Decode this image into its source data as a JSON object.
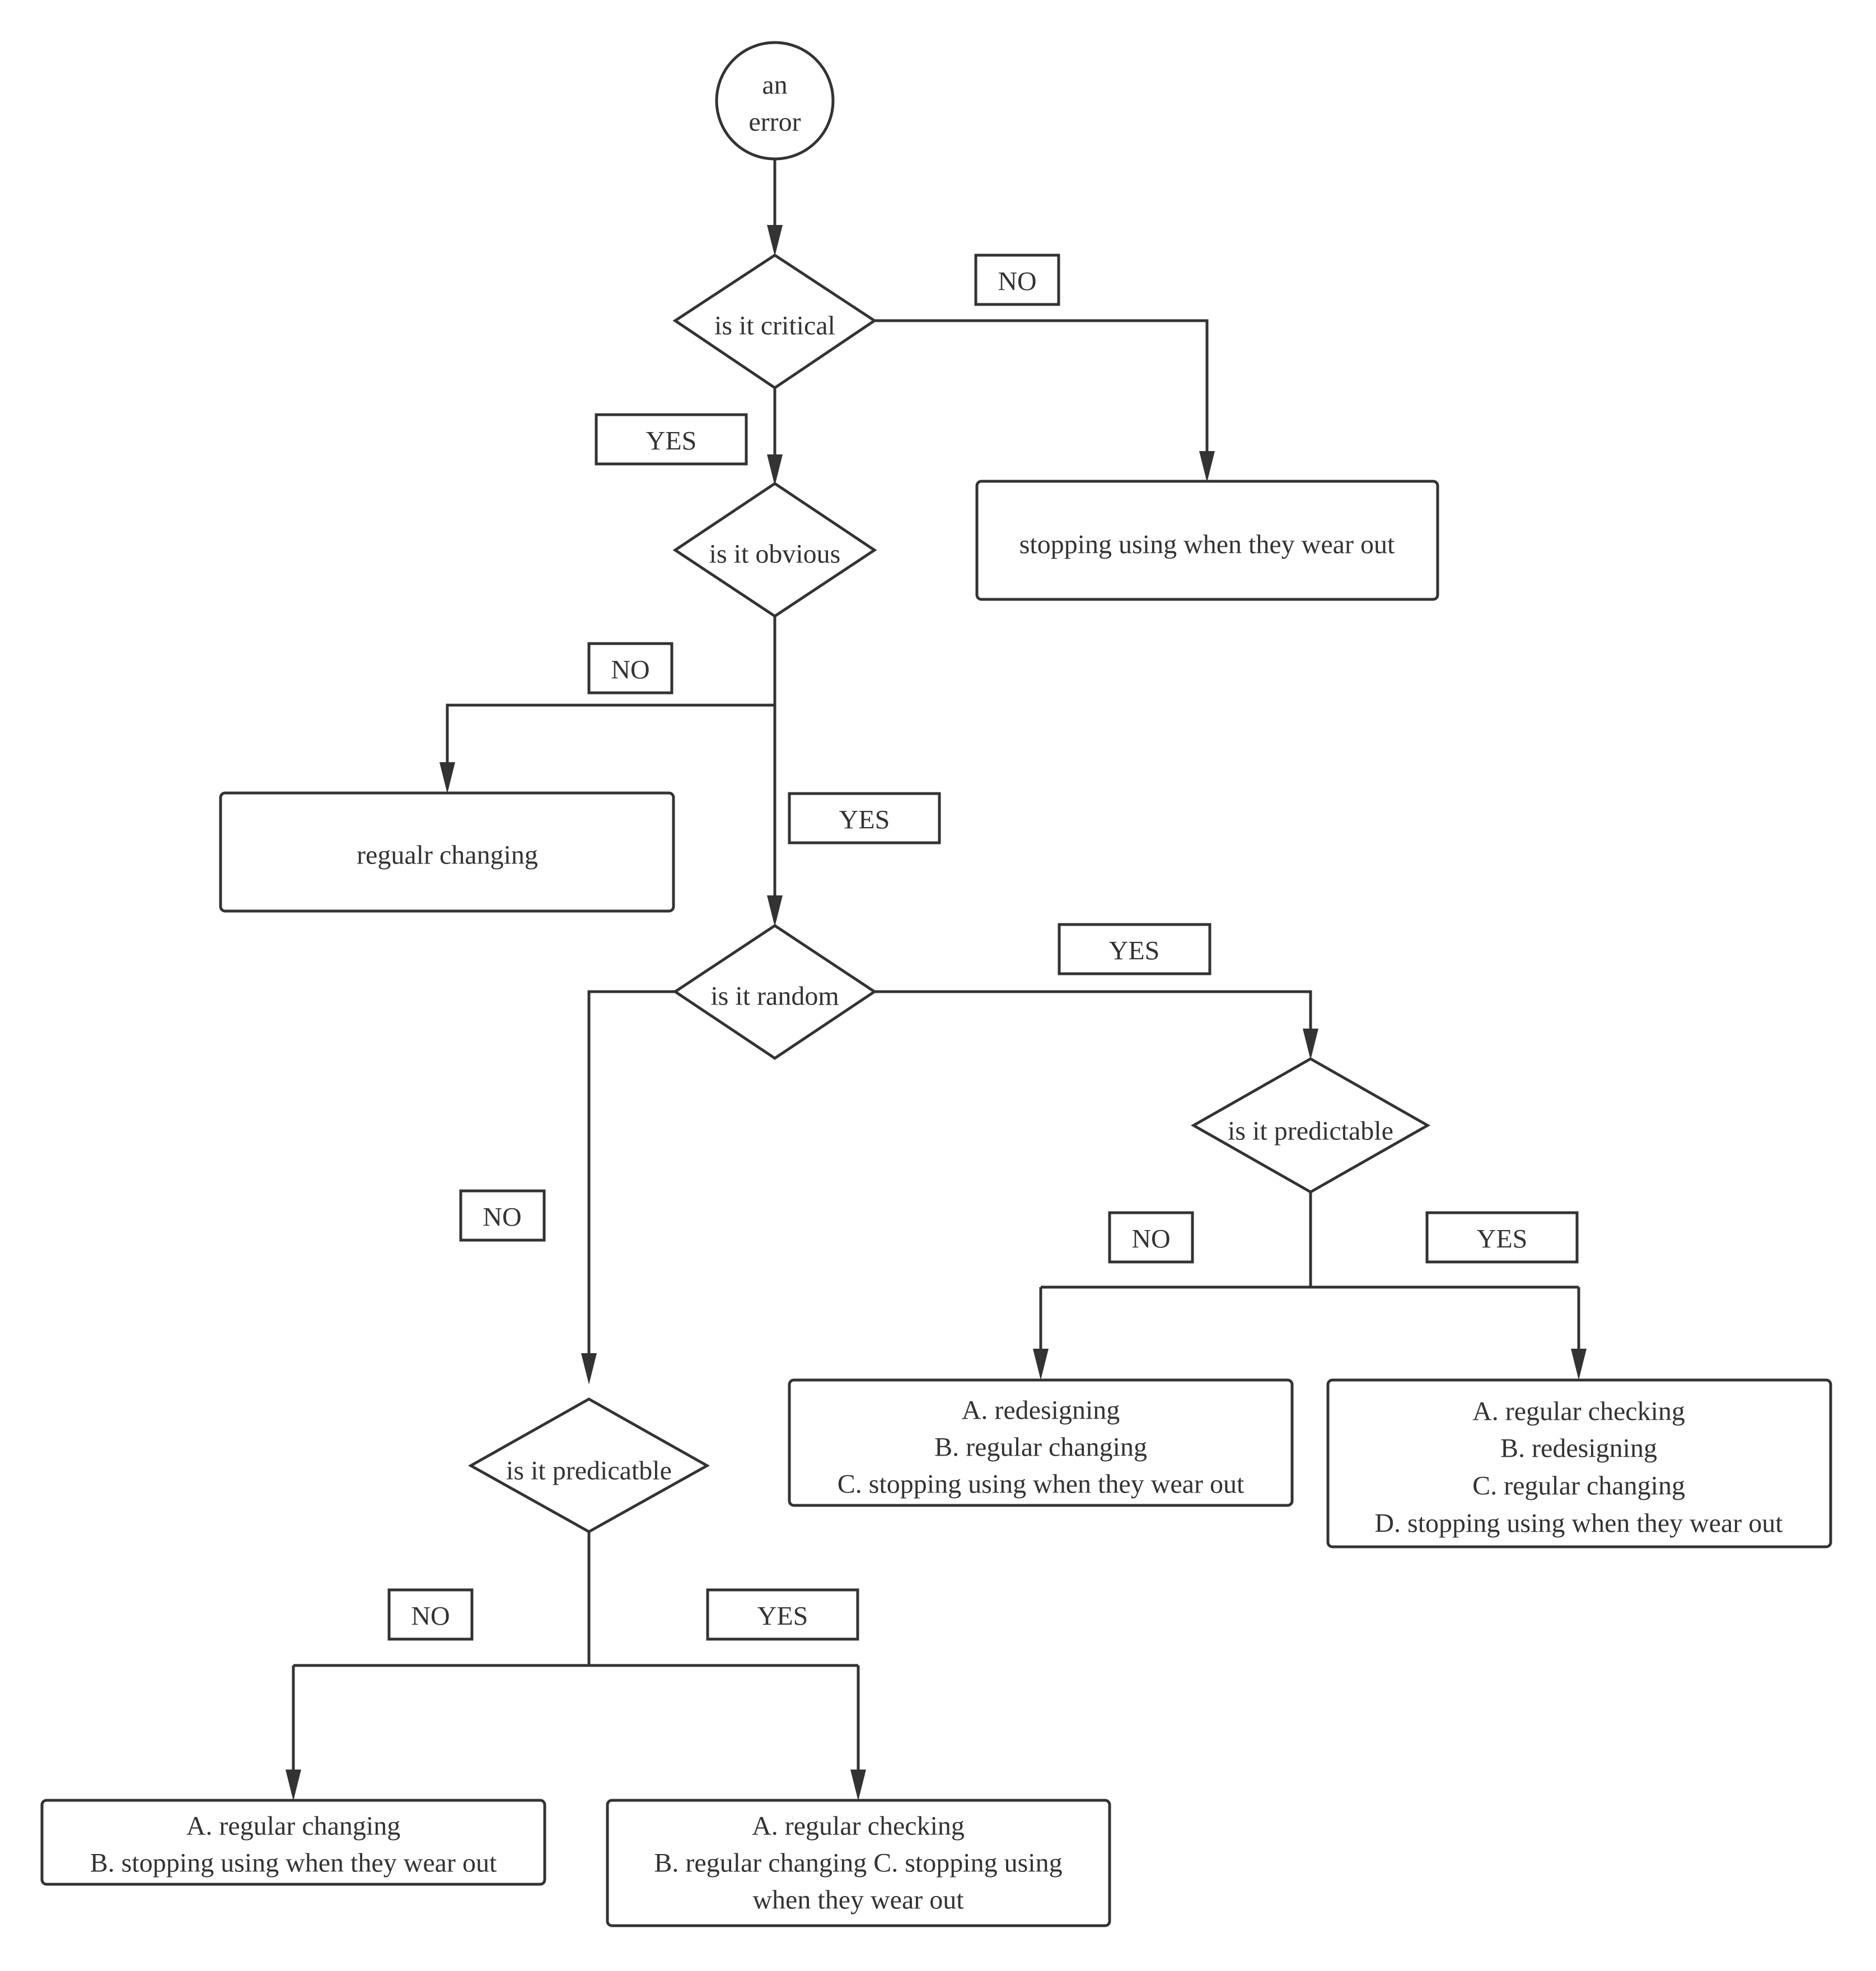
{
  "start": {
    "text": [
      "an",
      "error"
    ]
  },
  "decisions": {
    "critical": "is it critical",
    "obvious": "is it obvious",
    "random": "is it random",
    "predictable": "is it predictable",
    "predicatble": "is it predicatble"
  },
  "labels": {
    "critical_no": "NO",
    "critical_yes": "YES",
    "obvious_no": "NO",
    "obvious_yes": "YES",
    "random_yes": "YES",
    "random_no": "NO",
    "predictable_no": "NO",
    "predictable_yes": "YES",
    "predicatble_no": "NO",
    "predicatble_yes": "YES"
  },
  "outcomes": {
    "stop_wear": [
      "stopping using when they wear out"
    ],
    "reg_changing": [
      "regualr changing"
    ],
    "predictable_no": [
      "A. redesigning",
      "B. regular changing",
      "C. stopping using when they wear out"
    ],
    "predictable_yes": [
      "A. regular checking",
      "B. redesigning",
      "C. regular changing",
      "D. stopping using when they wear out"
    ],
    "predicatble_no": [
      "A. regular changing",
      "B. stopping using when they wear out"
    ],
    "predicatble_yes": [
      "A. regular checking",
      "B. regular changing C. stopping using",
      "when they wear out"
    ]
  }
}
